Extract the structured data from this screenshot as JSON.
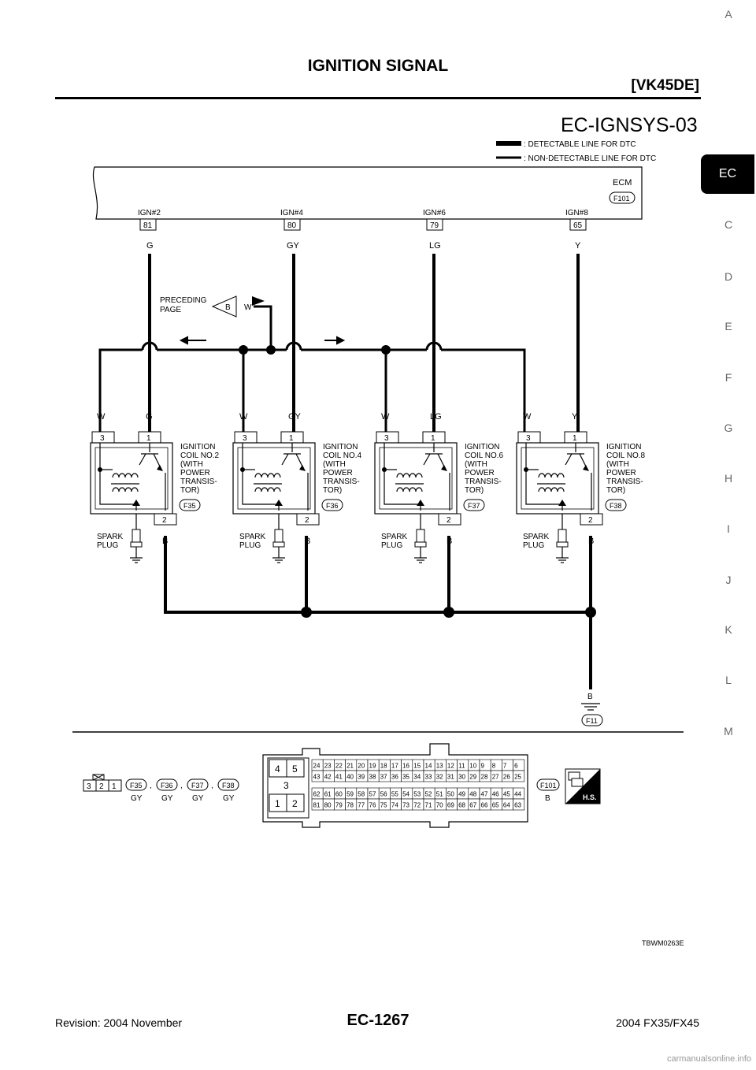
{
  "header": {
    "title": "IGNITION SIGNAL",
    "engine": "[VK45DE]"
  },
  "side_nav": {
    "items": [
      "A",
      "EC",
      "C",
      "D",
      "E",
      "F",
      "G",
      "H",
      "I",
      "J",
      "K",
      "L",
      "M"
    ],
    "active": "EC"
  },
  "figure_code": "EC-IGNSYS-03",
  "legend": {
    "detectable": ": DETECTABLE LINE FOR DTC",
    "non_detectable": ": NON-DETECTABLE LINE FOR DTC"
  },
  "ecm": {
    "label": "ECM",
    "connector": "F101"
  },
  "ecm_pins": [
    {
      "name": "IGN#2",
      "pin": "81",
      "wire": "G"
    },
    {
      "name": "IGN#4",
      "pin": "80",
      "wire": "GY"
    },
    {
      "name": "IGN#6",
      "pin": "79",
      "wire": "LG"
    },
    {
      "name": "IGN#8",
      "pin": "65",
      "wire": "Y"
    }
  ],
  "preceding": {
    "line1": "PRECEDING",
    "line2": "PAGE",
    "tag": "B",
    "wire": "W"
  },
  "coils": [
    {
      "connector": "F35",
      "name": [
        "IGNITION",
        "COIL NO.2",
        "(WITH",
        " POWER",
        " TRANSIS-",
        " TOR)"
      ],
      "w3": "W",
      "w1": "G",
      "w2": "B"
    },
    {
      "connector": "F36",
      "name": [
        "IGNITION",
        "COIL NO.4",
        "(WITH",
        " POWER",
        " TRANSIS-",
        " TOR)"
      ],
      "w3": "W",
      "w1": "GY",
      "w2": "B"
    },
    {
      "connector": "F37",
      "name": [
        "IGNITION",
        "COIL NO.6",
        "(WITH",
        " POWER",
        " TRANSIS-",
        " TOR)"
      ],
      "w3": "W",
      "w1": "LG",
      "w2": "B"
    },
    {
      "connector": "F38",
      "name": [
        "IGNITION",
        "COIL NO.8",
        "(WITH",
        " POWER",
        " TRANSIS-",
        " TOR)"
      ],
      "w3": "W",
      "w1": "Y",
      "w2": "B"
    }
  ],
  "pin_labels": {
    "p1": "1",
    "p2": "2",
    "p3": "3"
  },
  "spark_plug": [
    "SPARK",
    "PLUG"
  ],
  "ground": {
    "wire": "B",
    "connector": "F11"
  },
  "connector_views": {
    "small_pins": [
      "3",
      "2",
      "1"
    ],
    "small_ids": [
      {
        "id": "F35",
        "color": "GY"
      },
      {
        "id": "F36",
        "color": "GY"
      },
      {
        "id": "F37",
        "color": "GY"
      },
      {
        "id": "F38",
        "color": "GY"
      }
    ],
    "ecm_block_pins": [
      "4",
      "5",
      "3",
      "1",
      "2"
    ],
    "ecm_rows": [
      [
        "24",
        "23",
        "22",
        "21",
        "20",
        "19",
        "18",
        "17",
        "16",
        "15",
        "14",
        "13",
        "12",
        "11",
        "10",
        "9",
        "8",
        "7",
        "6"
      ],
      [
        "43",
        "42",
        "41",
        "40",
        "39",
        "38",
        "37",
        "36",
        "35",
        "34",
        "33",
        "32",
        "31",
        "30",
        "29",
        "28",
        "27",
        "26",
        "25"
      ],
      [
        "62",
        "61",
        "60",
        "59",
        "58",
        "57",
        "56",
        "55",
        "54",
        "53",
        "52",
        "51",
        "50",
        "49",
        "48",
        "47",
        "46",
        "45",
        "44"
      ],
      [
        "81",
        "80",
        "79",
        "78",
        "77",
        "76",
        "75",
        "74",
        "73",
        "72",
        "71",
        "70",
        "69",
        "68",
        "67",
        "66",
        "65",
        "64",
        "63"
      ]
    ],
    "ecm_id": "F101",
    "ecm_color": "B",
    "hs_badge": "H.S."
  },
  "ref_code": "TBWM0263E",
  "footer": {
    "revision": "Revision: 2004 November",
    "page": "EC-1267",
    "model": "2004 FX35/FX45"
  },
  "watermark": "carmanualsonline.info"
}
